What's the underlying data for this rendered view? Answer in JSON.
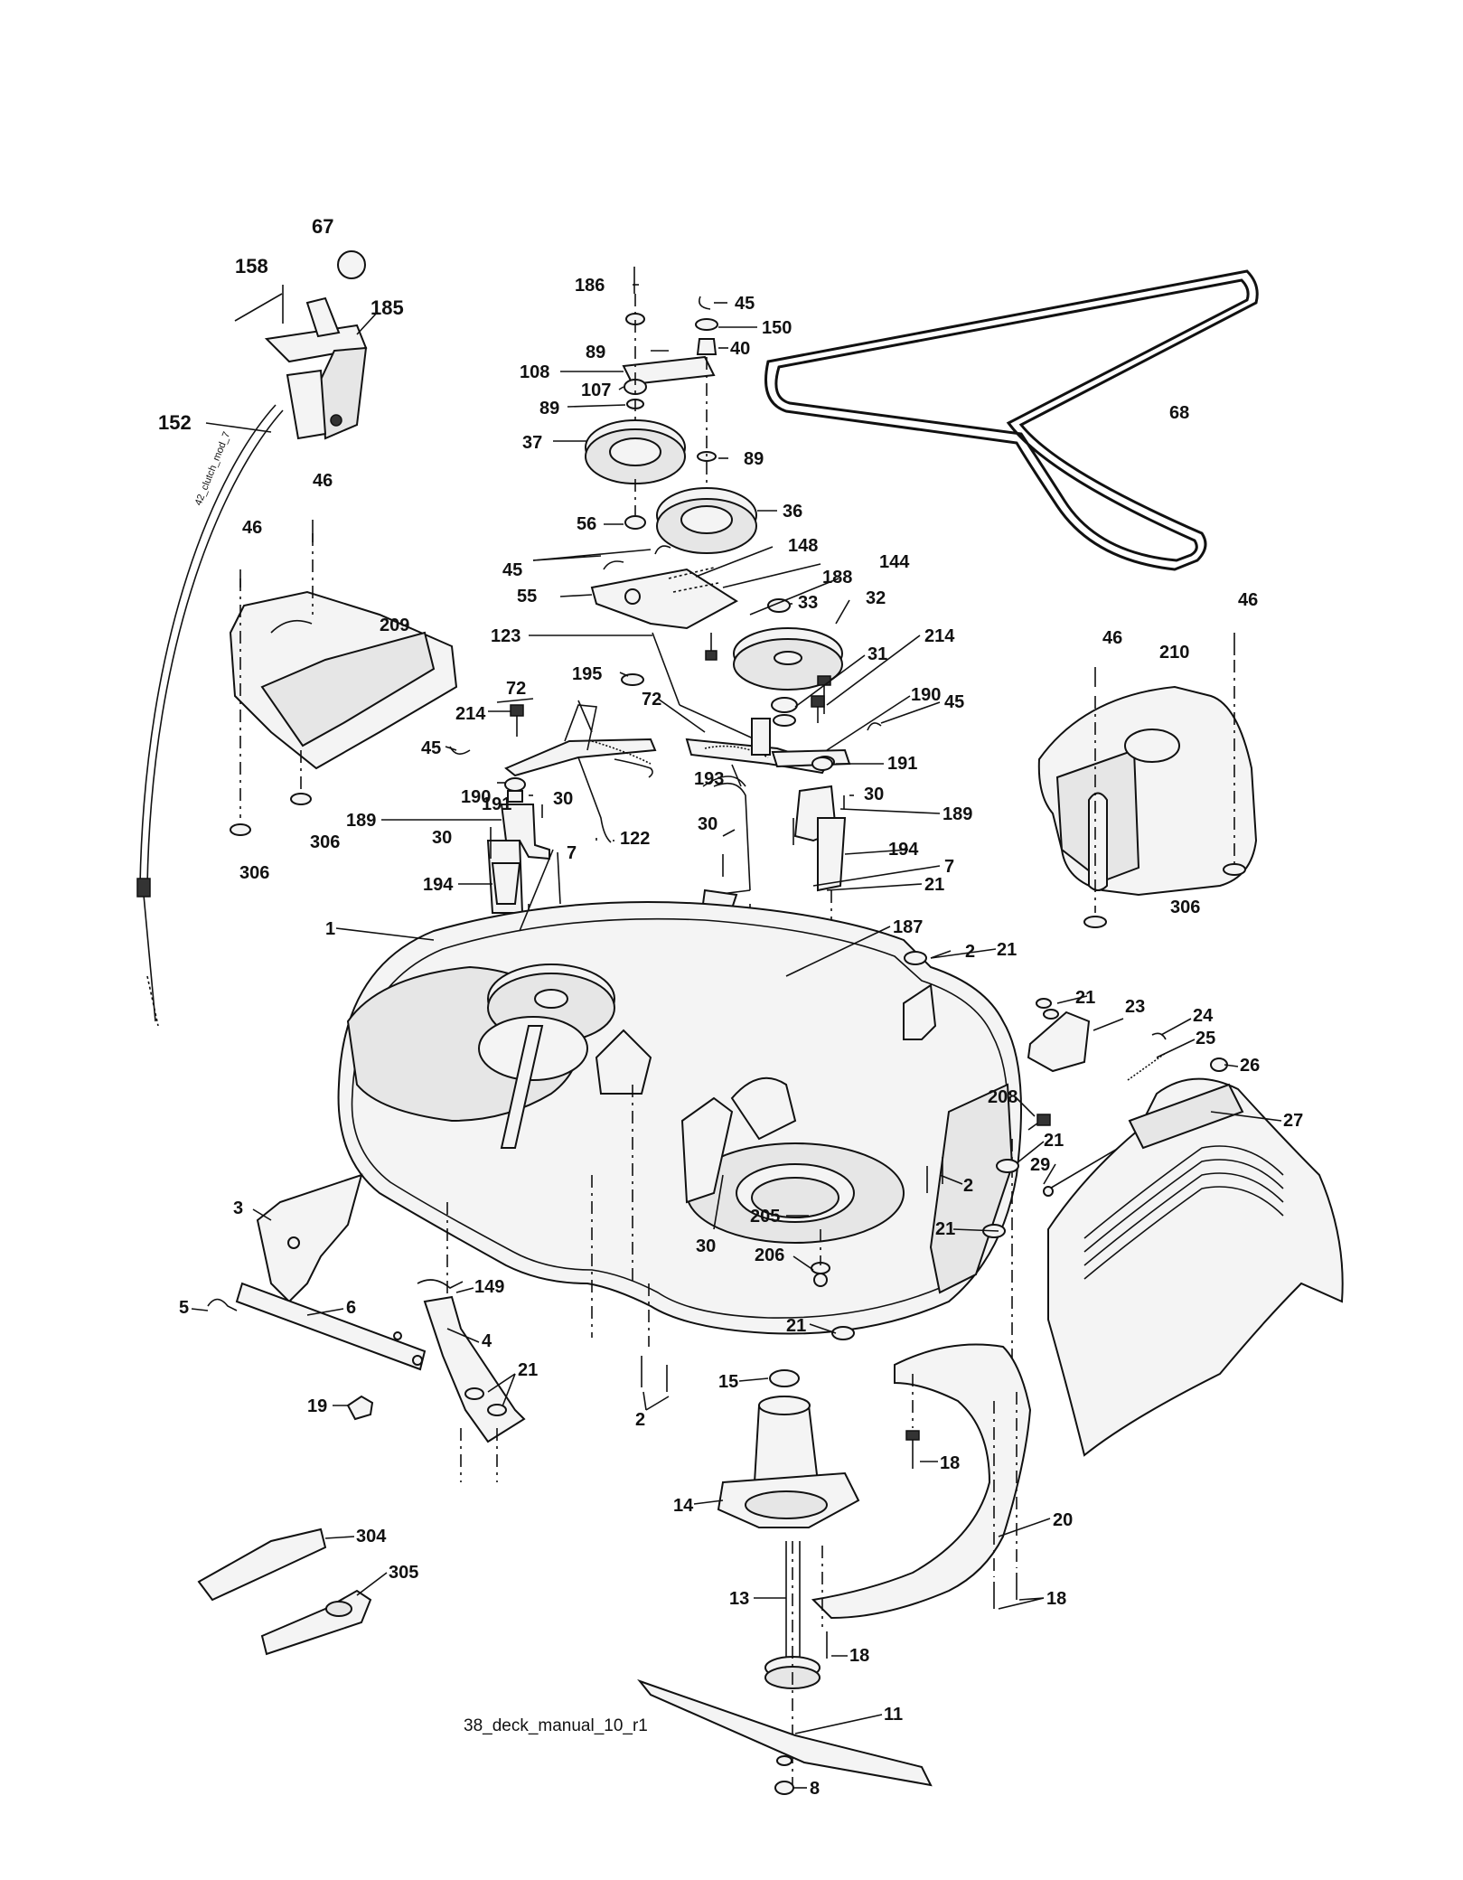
{
  "diagram": {
    "caption": "38_deck_manual_10_r1",
    "cable_text": "42_clutch_mod_7",
    "callouts": [
      {
        "id": "c67",
        "text": "67"
      },
      {
        "id": "c158",
        "text": "158"
      },
      {
        "id": "c185",
        "text": "185"
      },
      {
        "id": "c152",
        "text": "152"
      },
      {
        "id": "c46a",
        "text": "46"
      },
      {
        "id": "c46b",
        "text": "46"
      },
      {
        "id": "c209",
        "text": "209"
      },
      {
        "id": "c306a",
        "text": "306"
      },
      {
        "id": "c306b",
        "text": "306"
      },
      {
        "id": "c186",
        "text": "186"
      },
      {
        "id": "c89a",
        "text": "89"
      },
      {
        "id": "c108",
        "text": "108"
      },
      {
        "id": "c107",
        "text": "107"
      },
      {
        "id": "c89b",
        "text": "89"
      },
      {
        "id": "c37",
        "text": "37"
      },
      {
        "id": "c45a",
        "text": "45"
      },
      {
        "id": "c150",
        "text": "150"
      },
      {
        "id": "c40",
        "text": "40"
      },
      {
        "id": "c89c",
        "text": "89"
      },
      {
        "id": "c36",
        "text": "36"
      },
      {
        "id": "c56",
        "text": "56"
      },
      {
        "id": "c45b",
        "text": "45"
      },
      {
        "id": "c55",
        "text": "55"
      },
      {
        "id": "c148",
        "text": "148"
      },
      {
        "id": "c144",
        "text": "144"
      },
      {
        "id": "c188",
        "text": "188"
      },
      {
        "id": "c33",
        "text": "33"
      },
      {
        "id": "c32",
        "text": "32"
      },
      {
        "id": "c123",
        "text": "123"
      },
      {
        "id": "c214a",
        "text": "214"
      },
      {
        "id": "c31",
        "text": "31"
      },
      {
        "id": "c195",
        "text": "195"
      },
      {
        "id": "c72a",
        "text": "72"
      },
      {
        "id": "c72b",
        "text": "72"
      },
      {
        "id": "c190a",
        "text": "190"
      },
      {
        "id": "c45c",
        "text": "45"
      },
      {
        "id": "c214b",
        "text": "214"
      },
      {
        "id": "c45d",
        "text": "45"
      },
      {
        "id": "c190b",
        "text": "190"
      },
      {
        "id": "c191a",
        "text": "191"
      },
      {
        "id": "c30a",
        "text": "30"
      },
      {
        "id": "c193",
        "text": "193"
      },
      {
        "id": "c191b",
        "text": "191"
      },
      {
        "id": "c30b",
        "text": "30"
      },
      {
        "id": "c189a",
        "text": "189"
      },
      {
        "id": "c189b",
        "text": "189"
      },
      {
        "id": "c30c",
        "text": "30"
      },
      {
        "id": "c122",
        "text": "122"
      },
      {
        "id": "c30d",
        "text": "30"
      },
      {
        "id": "c194a",
        "text": "194"
      },
      {
        "id": "c194b",
        "text": "194"
      },
      {
        "id": "c7a",
        "text": "7"
      },
      {
        "id": "c7b",
        "text": "7"
      },
      {
        "id": "c21a",
        "text": "21"
      },
      {
        "id": "c1",
        "text": "1"
      },
      {
        "id": "c187",
        "text": "187"
      },
      {
        "id": "c2a",
        "text": "2"
      },
      {
        "id": "c21b",
        "text": "21"
      },
      {
        "id": "c46c",
        "text": "46"
      },
      {
        "id": "c46d",
        "text": "46"
      },
      {
        "id": "c210",
        "text": "210"
      },
      {
        "id": "c306c",
        "text": "306"
      },
      {
        "id": "c68",
        "text": "68"
      },
      {
        "id": "c21c",
        "text": "21"
      },
      {
        "id": "c23",
        "text": "23"
      },
      {
        "id": "c24",
        "text": "24"
      },
      {
        "id": "c25",
        "text": "25"
      },
      {
        "id": "c26",
        "text": "26"
      },
      {
        "id": "c208",
        "text": "208"
      },
      {
        "id": "c27",
        "text": "27"
      },
      {
        "id": "c21d",
        "text": "21"
      },
      {
        "id": "c29",
        "text": "29"
      },
      {
        "id": "c2b",
        "text": "2"
      },
      {
        "id": "c21e",
        "text": "21"
      },
      {
        "id": "c3",
        "text": "3"
      },
      {
        "id": "c5",
        "text": "5"
      },
      {
        "id": "c6",
        "text": "6"
      },
      {
        "id": "c149",
        "text": "149"
      },
      {
        "id": "c4",
        "text": "4"
      },
      {
        "id": "c21f",
        "text": "21"
      },
      {
        "id": "c19",
        "text": "19"
      },
      {
        "id": "c30e",
        "text": "30"
      },
      {
        "id": "c205",
        "text": "205"
      },
      {
        "id": "c206",
        "text": "206"
      },
      {
        "id": "c21g",
        "text": "21"
      },
      {
        "id": "c15",
        "text": "15"
      },
      {
        "id": "c2c",
        "text": "2"
      },
      {
        "id": "c18a",
        "text": "18"
      },
      {
        "id": "c14",
        "text": "14"
      },
      {
        "id": "c20",
        "text": "20"
      },
      {
        "id": "c304",
        "text": "304"
      },
      {
        "id": "c305",
        "text": "305"
      },
      {
        "id": "c13",
        "text": "13"
      },
      {
        "id": "c18b",
        "text": "18"
      },
      {
        "id": "c18c",
        "text": "18"
      },
      {
        "id": "c11",
        "text": "11"
      },
      {
        "id": "c8",
        "text": "8"
      }
    ]
  }
}
